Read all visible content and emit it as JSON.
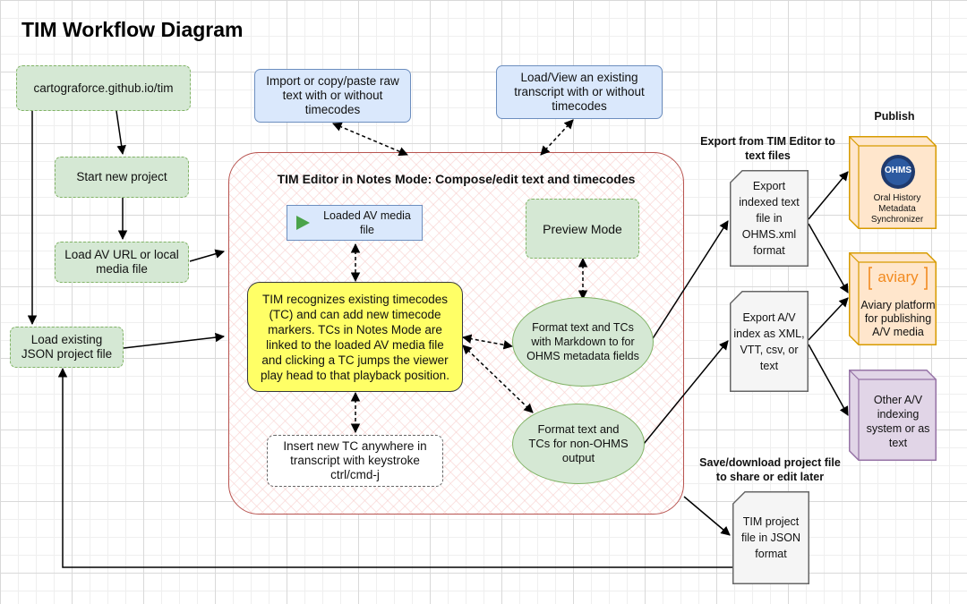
{
  "title": "TIM Workflow Diagram",
  "nodes": {
    "cartograforce": "cartograforce.github.io/tim",
    "start_project": "Start new project",
    "load_av": "Load AV URL or local media file",
    "load_json": "Load existing JSON project file",
    "import_text": "Import or copy/paste raw text with or without timecodes",
    "load_view": "Load/View an existing transcript with or without timecodes",
    "editor_title": "TIM Editor in Notes Mode: Compose/edit text and timecodes",
    "loaded_av": "Loaded AV media file",
    "preview_mode": "Preview Mode",
    "recognizes": "TIM recognizes existing timecodes (TC) and can add new timecode markers. TCs in Notes Mode are linked to the loaded AV media file and clicking a TC jumps the viewer play head to that playback position.",
    "insert_tc": "Insert new TC anywhere in transcript with keystroke ctrl/cmd-j",
    "format_ohms": "Format text and TCs with Markdown to for OHMS metadata fields",
    "format_non_ohms": "Format text and TCs for non-OHMS output",
    "export_heading": "Export from TIM Editor to text files",
    "export_ohms": "Export indexed text file in OHMS.xml format",
    "export_av": "Export A/V index as XML, VTT, csv, or text",
    "save_heading": "Save/download project file to share or edit later",
    "tim_project_file": "TIM project file in JSON format",
    "publish_heading": "Publish",
    "ohms_logo": "OHMS",
    "ohms_label": "Oral History Metadata Synchronizer",
    "aviary_logo": "aviary",
    "aviary_label": "Aviary platform for publishing A/V media",
    "other_label": "Other A/V indexing system or as text"
  },
  "colors": {
    "green_fill": "#d5e8d4",
    "green_stroke": "#82b366",
    "blue_fill": "#dae8fc",
    "blue_stroke": "#6c8ebf",
    "yellow_fill": "#ffff66",
    "editor_stroke": "#b85450",
    "orange_cube": "#ffe6cc",
    "purple_cube": "#e1d5e7",
    "doc_fill": "#f5f5f5",
    "aviary_orange": "#f28a1f",
    "ohms_navy": "#1f3a6d"
  },
  "icons": [
    "play-triangle-icon",
    "ohms-logo-icon",
    "aviary-logo-icon"
  ]
}
